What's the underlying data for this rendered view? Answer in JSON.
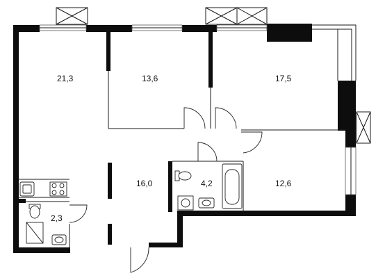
{
  "plan": {
    "rooms": [
      {
        "id": "living-room",
        "area": "21,3"
      },
      {
        "id": "bedroom-middle",
        "area": "13,6"
      },
      {
        "id": "bedroom-right",
        "area": "17,5"
      },
      {
        "id": "hallway",
        "area": "16,0"
      },
      {
        "id": "bathroom",
        "area": "4,2"
      },
      {
        "id": "bedroom-lower-right",
        "area": "12,6"
      },
      {
        "id": "toilet",
        "area": "2,3"
      }
    ],
    "colors": {
      "wall": "#0d0d0d",
      "line": "#1a1a1a",
      "background": "#ffffff"
    }
  }
}
